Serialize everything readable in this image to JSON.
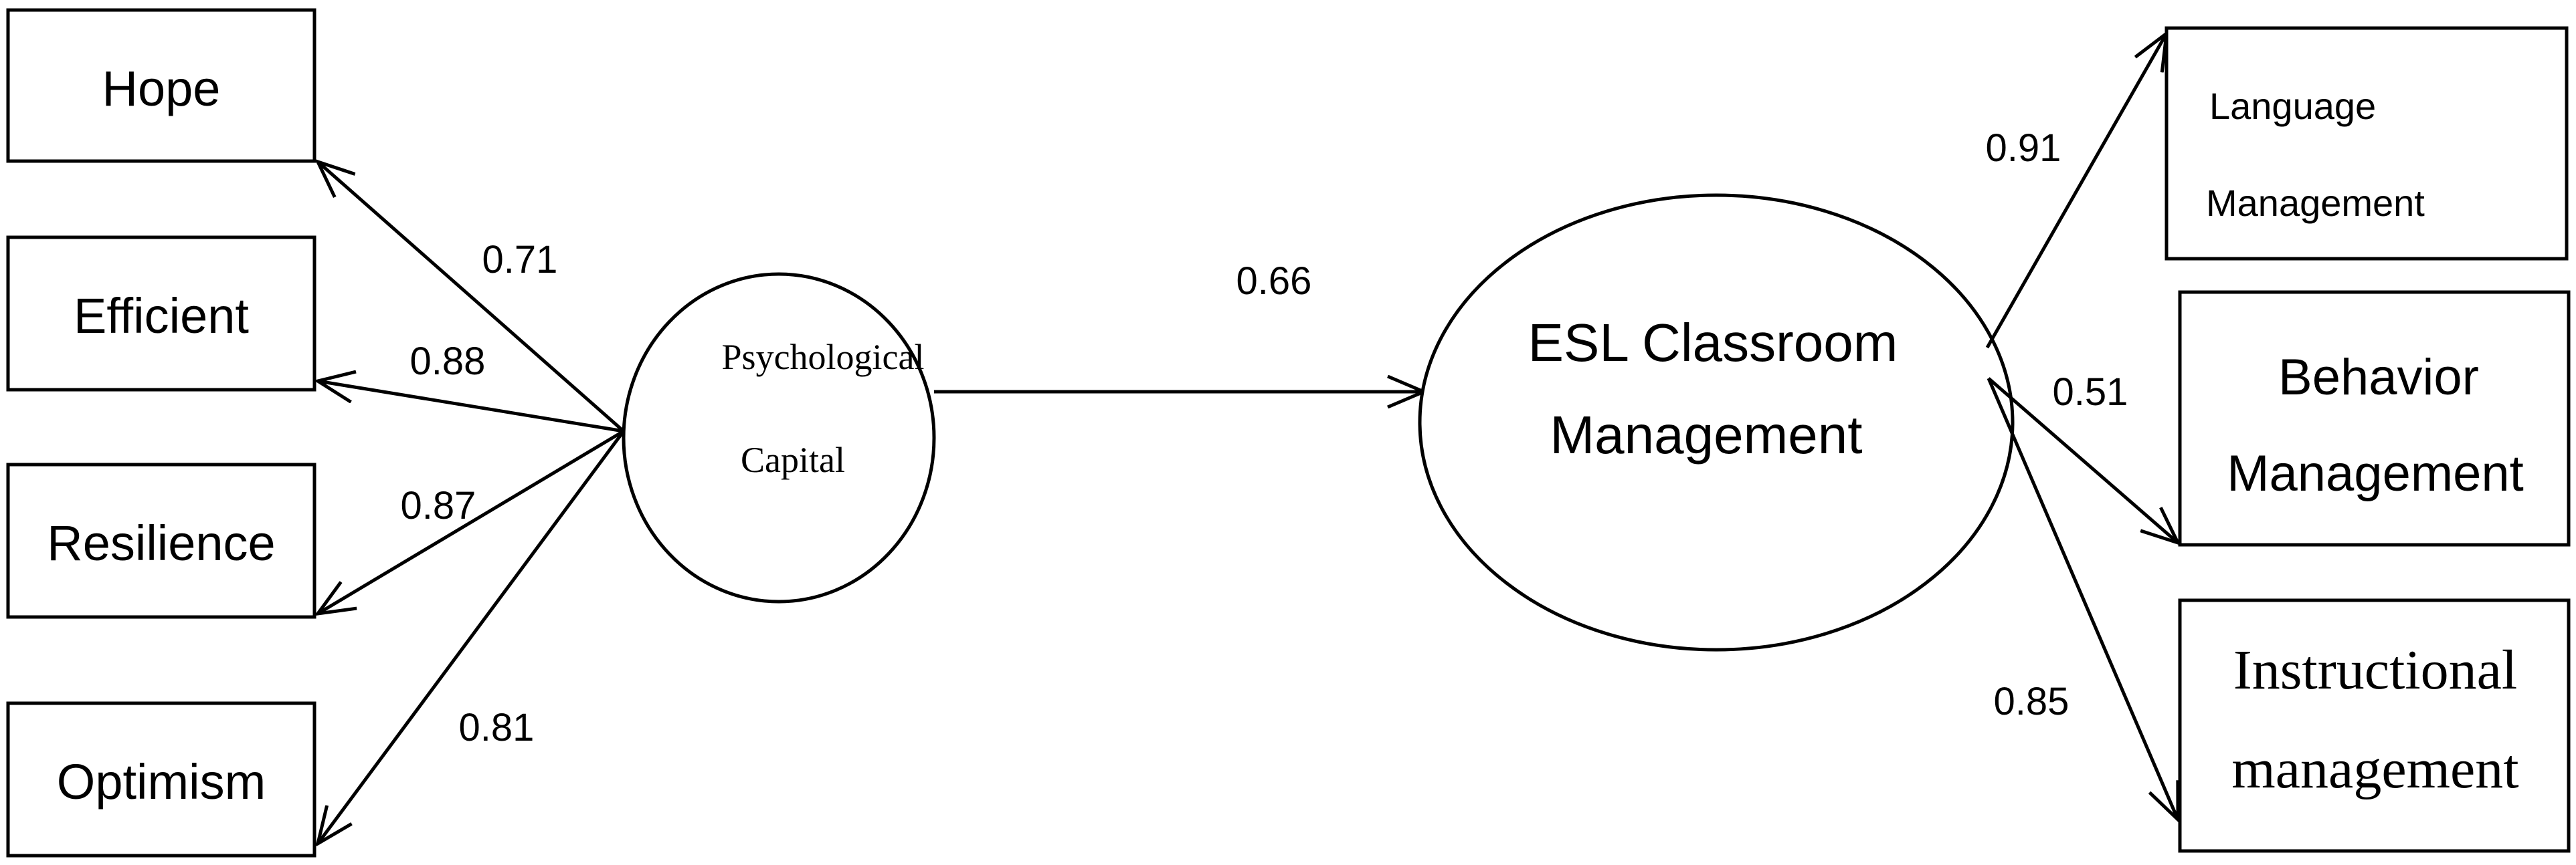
{
  "diagram": {
    "indicators_left": {
      "hope": "Hope",
      "efficient": "Efficient",
      "resilience": "Resilience",
      "optimism": "Optimism"
    },
    "latent_left": {
      "line1": "Psychological",
      "line2": "Capital"
    },
    "latent_right": {
      "line1": "ESL Classroom",
      "line2": "Management"
    },
    "indicators_right": {
      "language": {
        "line1": "Language",
        "line2": "Management"
      },
      "behavior": {
        "line1": "Behavior",
        "line2": "Management"
      },
      "instructional": {
        "line1": "Instructional",
        "line2": "management"
      }
    },
    "coefficients": {
      "hope": "0.71",
      "efficient": "0.88",
      "resilience": "0.87",
      "optimism": "0.81",
      "structural": "0.66",
      "language": "0.91",
      "behavior": "0.51",
      "instructional": "0.85"
    }
  }
}
